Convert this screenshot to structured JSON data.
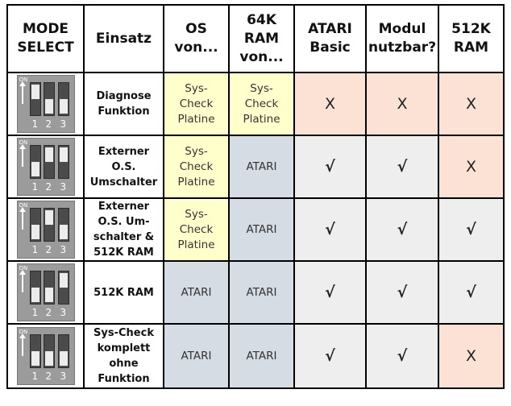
{
  "headers": {
    "mode": "MODE\nSELECT",
    "einsatz": "Einsatz",
    "os": "OS\nvon...",
    "ram64": "64K\nRAM\nvon...",
    "basic": "ATARI\nBasic",
    "modul": "Modul\nnutzbar?",
    "ram512": "512K\nRAM"
  },
  "switch_labels": {
    "on": "ON",
    "n1": "1",
    "n2": "2",
    "n3": "3"
  },
  "colors": {
    "header_bg": "#ffffff",
    "syscheck_bg": "#ffffcc",
    "atari_bg": "#d6dce4",
    "neutral_bg": "#eeeeee",
    "no_bg": "#fbe2d5"
  },
  "rows": [
    {
      "switches": [
        "up",
        "down",
        "down"
      ],
      "einsatz": "Diagnose\nFunktion",
      "os": "Sys-\nCheck\nPlatine",
      "ram64": "Sys-\nCheck\nPlatine",
      "basic": "X",
      "modul": "X",
      "ram512": "X"
    },
    {
      "switches": [
        "down",
        "up",
        "up"
      ],
      "einsatz": "Externer\nO.S.\nUmschalter",
      "os": "Sys-\nCheck\nPlatine",
      "ram64": "ATARI",
      "basic": "√",
      "modul": "√",
      "ram512": "X"
    },
    {
      "switches": [
        "down",
        "up",
        "down"
      ],
      "einsatz": "Externer\nO.S. Um-\nschalter &\n512K RAM",
      "os": "Sys-\nCheck\nPlatine",
      "ram64": "ATARI",
      "basic": "√",
      "modul": "√",
      "ram512": "√"
    },
    {
      "switches": [
        "down",
        "down",
        "up"
      ],
      "einsatz": "512K RAM",
      "os": "ATARI",
      "ram64": "ATARI",
      "basic": "√",
      "modul": "√",
      "ram512": "√"
    },
    {
      "switches": [
        "down",
        "down",
        "down"
      ],
      "einsatz": "Sys-Check\nkomplett\nohne\nFunktion",
      "os": "ATARI",
      "ram64": "ATARI",
      "basic": "√",
      "modul": "√",
      "ram512": "X"
    }
  ]
}
